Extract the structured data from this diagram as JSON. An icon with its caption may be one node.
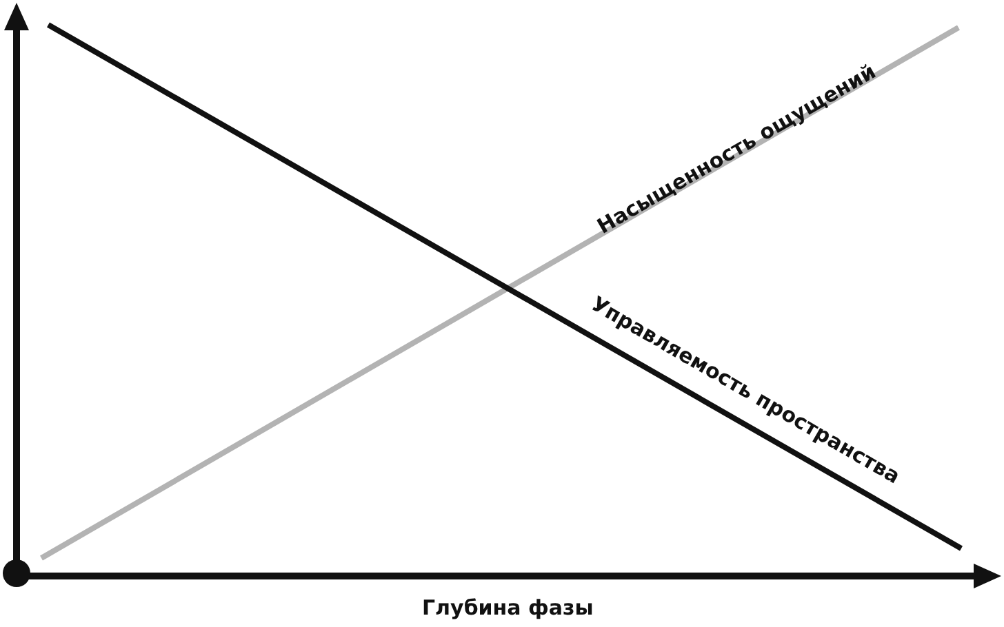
{
  "diagram": {
    "labels": [
      "Насыщенность ощущений",
      "Управляемость пространства",
      "Глубина фазы"
    ]
  }
}
